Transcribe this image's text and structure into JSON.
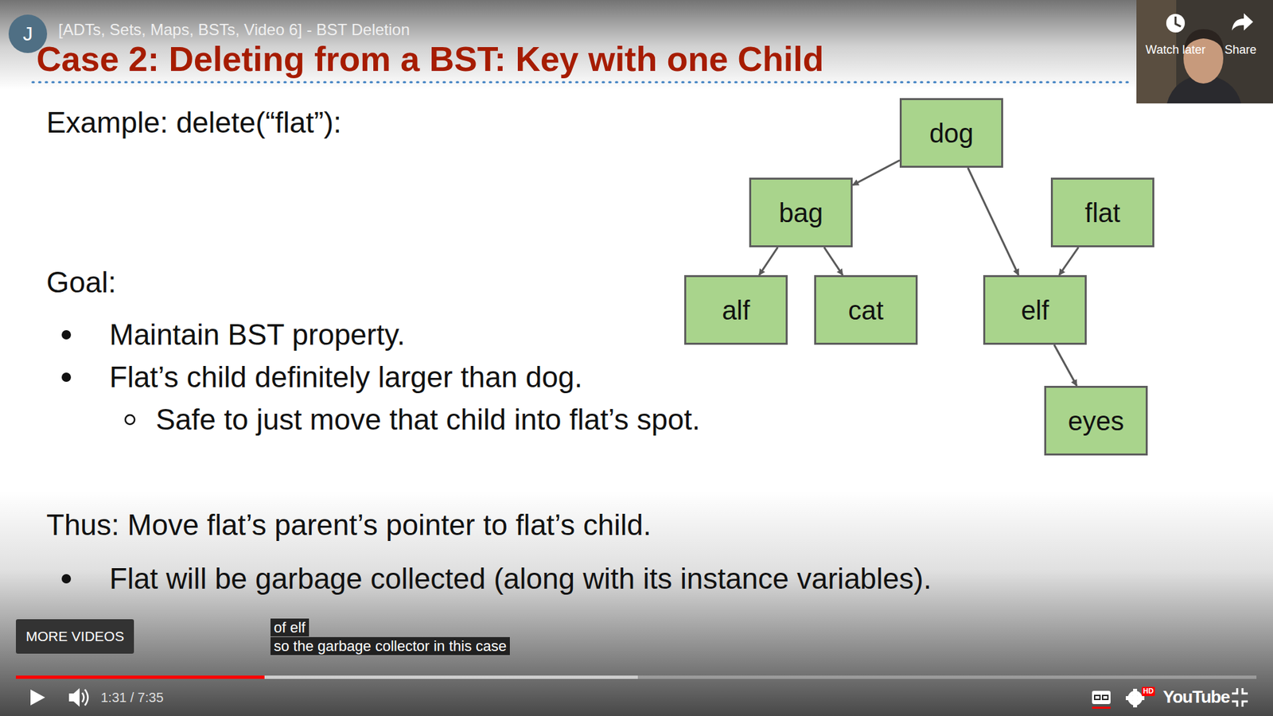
{
  "diagram": {
    "title": "Case 2: Deleting from a BST: Key with one Child",
    "nodes": [
      {
        "text": [
          "dog"
        ]
      },
      {
        "text": [
          "bag"
        ]
      },
      {
        "text": [
          "flat"
        ]
      },
      {
        "text": [
          "alf"
        ]
      },
      {
        "text": [
          "cat"
        ]
      },
      {
        "text": [
          "elf"
        ]
      },
      {
        "text": [
          "eyes"
        ]
      }
    ],
    "edges": [
      {
        "from": 0,
        "to": 1,
        "arrow": "to"
      },
      {
        "from": 0,
        "to": 5,
        "arrow": "to"
      },
      {
        "from": 2,
        "to": 5,
        "arrow": "to"
      },
      {
        "from": 1,
        "to": 3,
        "arrow": "to"
      },
      {
        "from": 1,
        "to": 4,
        "arrow": "to"
      },
      {
        "from": 5,
        "to": 6,
        "arrow": "to"
      }
    ],
    "labels": [
      "[ADTs, Sets, Maps, BSTs, Video 6] - BST Deletion",
      "J",
      "Watch later",
      "Share",
      "Example: delete(“flat”):",
      "Goal:",
      "Maintain BST property.",
      "Flat’s child definitely larger than dog.",
      "Safe to just move that child into flat’s spot.",
      "Thus: Move flat’s parent’s pointer to flat’s child.",
      "Flat will be garbage collected (along with its instance variables).",
      "MORE VIDEOS",
      "of elf",
      "so the garbage collector in this case",
      "1:31 / 7:35",
      "HD",
      "YouTube"
    ]
  }
}
